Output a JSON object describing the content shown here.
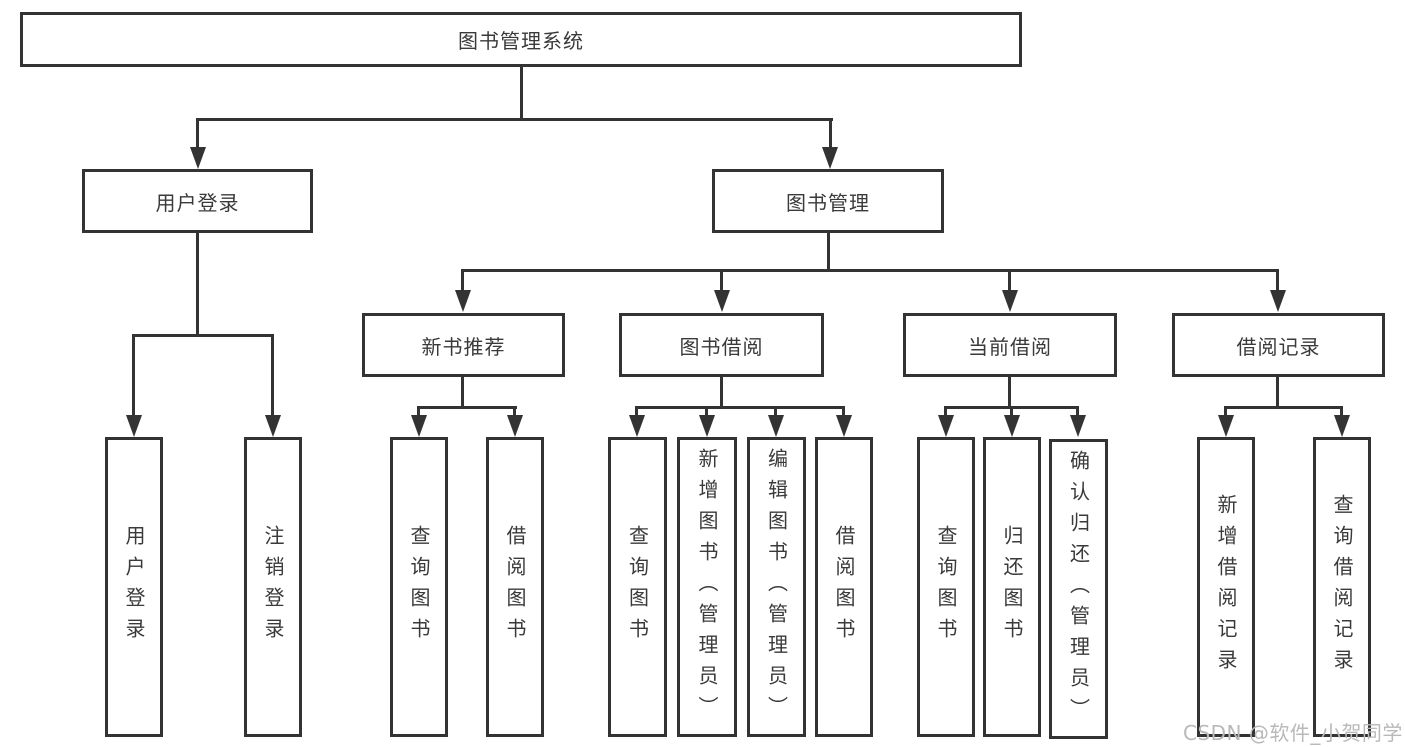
{
  "diagram": {
    "title": "图书管理系统",
    "nodes": {
      "root": {
        "label": "图书管理系统"
      },
      "level2": [
        {
          "label": "用户登录"
        },
        {
          "label": "图书管理"
        }
      ],
      "level3": [
        {
          "label": "新书推荐",
          "parent": "图书管理"
        },
        {
          "label": "图书借阅",
          "parent": "图书管理"
        },
        {
          "label": "当前借阅",
          "parent": "图书管理"
        },
        {
          "label": "借阅记录",
          "parent": "图书管理"
        }
      ],
      "leaves": [
        {
          "label": "用户登录",
          "parent": "用户登录"
        },
        {
          "label": "注销登录",
          "parent": "用户登录"
        },
        {
          "label": "查询图书",
          "parent": "新书推荐"
        },
        {
          "label": "借阅图书",
          "parent": "新书推荐"
        },
        {
          "label": "查询图书",
          "parent": "图书借阅"
        },
        {
          "label": "新增图书（管理员）",
          "parent": "图书借阅"
        },
        {
          "label": "编辑图书（管理员）",
          "parent": "图书借阅"
        },
        {
          "label": "借阅图书",
          "parent": "图书借阅"
        },
        {
          "label": "查询图书",
          "parent": "当前借阅"
        },
        {
          "label": "归还图书",
          "parent": "当前借阅"
        },
        {
          "label": "确认归还（管理员）",
          "parent": "当前借阅"
        },
        {
          "label": "新增借阅记录",
          "parent": "借阅记录"
        },
        {
          "label": "查询借阅记录",
          "parent": "借阅记录"
        }
      ]
    }
  },
  "watermark": {
    "text": "CSDN @软件_小贺同学"
  },
  "colors": {
    "line": "#333333",
    "text": "#3a3a3a",
    "background": "#ffffff",
    "watermark": "#b9b9b9"
  }
}
